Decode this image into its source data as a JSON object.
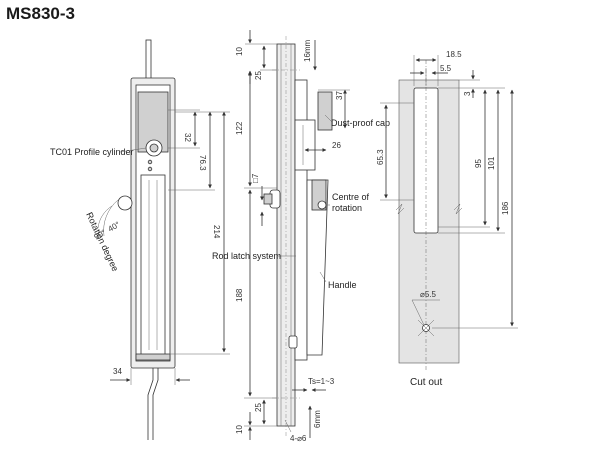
{
  "title": "MS830-3",
  "labels": {
    "cylinder": "TC01 Profile cylinder",
    "rotation": "Rotation degree",
    "dust_cap": "Dust-proof cap",
    "centre_line1": "Centre of",
    "centre_line2": "rotation",
    "rod_latch": "Rod latch system",
    "handle": "Handle",
    "cut_out": "Cut out"
  },
  "dimensions": {
    "front_32": "32",
    "front_76_3": "76.3",
    "front_214": "214",
    "front_90deg": "90°",
    "front_40deg": "40°",
    "front_34": "34",
    "side_10_top": "10",
    "side_25_top": "25",
    "side_122": "122",
    "side_16mm": "16mm",
    "side_37": "37",
    "side_26": "26",
    "side_sq7": "□7",
    "side_188": "188",
    "side_ts": "Ts=1~3",
    "side_25_bot": "25",
    "side_10_bot": "10",
    "side_6mm": "6mm",
    "side_holes": "4-⌀6",
    "cut_18_5": "18.5",
    "cut_5_5": "5.5",
    "cut_3": "3",
    "cut_65_3": "65.3",
    "cut_95": "95",
    "cut_101": "101",
    "cut_186": "186",
    "cut_dia_5_5": "⌀5.5"
  }
}
